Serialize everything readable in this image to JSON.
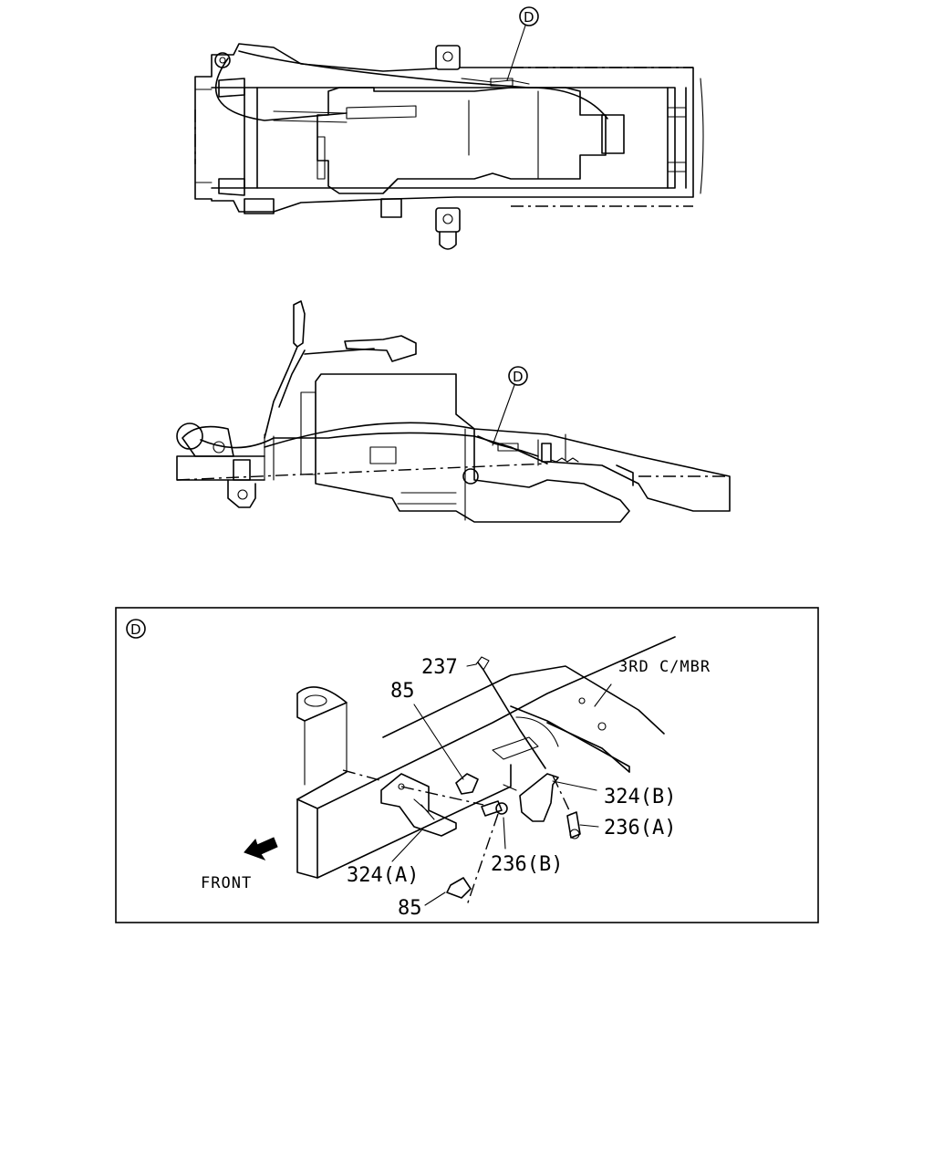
{
  "top_view": {
    "callout": "D"
  },
  "side_view": {
    "callout": "D"
  },
  "detail": {
    "callout": "D",
    "labels": {
      "p237": "237",
      "p85_top": "85",
      "p3rd": "3RD C/MBR",
      "p324b": "324(B)",
      "p236a": "236(A)",
      "p236b": "236(B)",
      "p324a": "324(A)",
      "p85_bottom": "85",
      "front": "FRONT"
    }
  }
}
